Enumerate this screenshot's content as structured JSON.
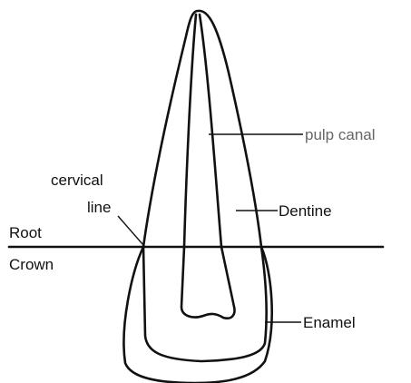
{
  "labels": {
    "pulp_canal": "pulp canal",
    "cervical_line": [
      "cervical",
      "line"
    ],
    "dentine": "Dentine",
    "root": "Root",
    "crown": "Crown",
    "enamel": "Enamel"
  },
  "colors": {
    "ink": "#111111",
    "background": "#ffffff"
  }
}
